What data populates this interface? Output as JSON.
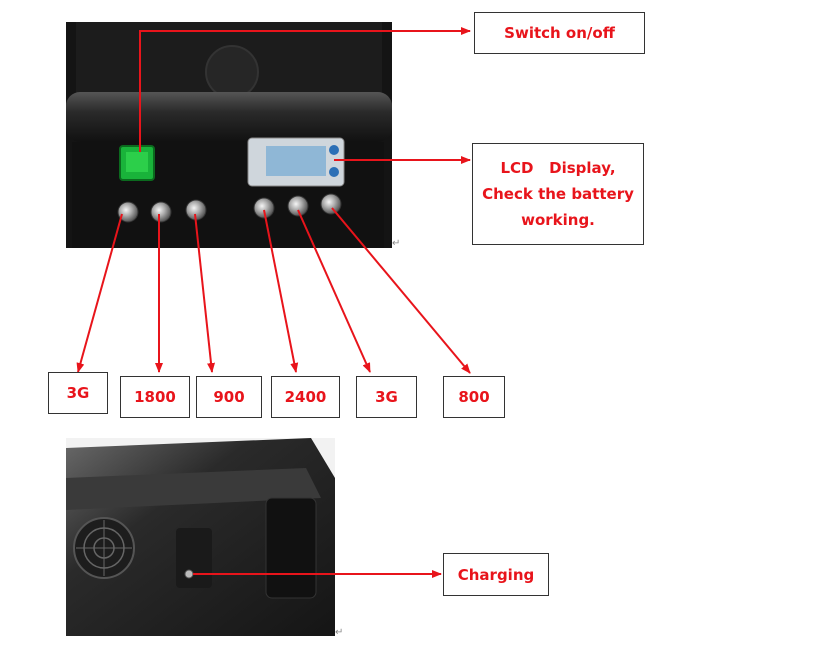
{
  "labels": {
    "switch": "Switch on/off",
    "lcd_line1": "LCD   Display,",
    "lcd_line2": "Check the battery",
    "lcd_line3": "working.",
    "port1": "3G",
    "port2": "1800",
    "port3": "900",
    "port4": "2400",
    "port5": "3G",
    "port6": "800",
    "charging": "Charging"
  },
  "colors": {
    "arrow": "#e8141b",
    "label_text": "#e8141b",
    "switch_green": "#19b33a",
    "case_black": "#1a1a1a"
  },
  "icons": {
    "paragraph_mark": "↵"
  }
}
